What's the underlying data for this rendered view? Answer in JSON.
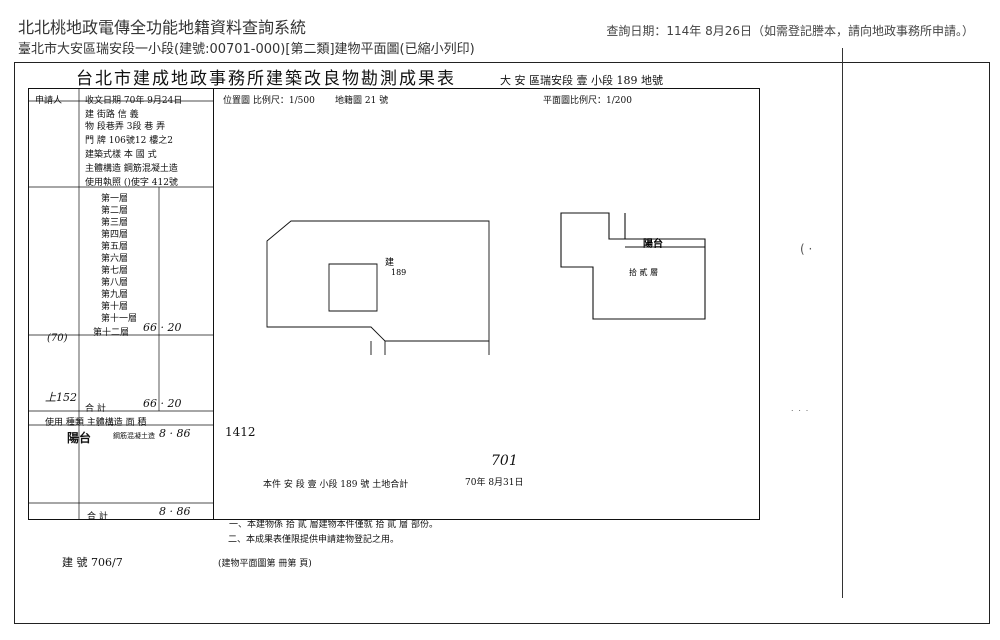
{
  "header": {
    "title": "北北桃地政電傳全功能地籍資料查詢系統",
    "subtitle": "臺北市大安區瑞安段一小段(建號:00701-000)[第二類]建物平面圖(已縮小列印)",
    "query_date": "查詢日期：114年 8月26日（如需登記謄本，請向地政事務所申請。）"
  },
  "doc": {
    "title": "台北市建成地政事務所建築改良物勘測成果表",
    "title_tail": "大 安 區瑞安段 壹 小段 189 地號",
    "left_rows": [
      "申請人",
      "收文日期 70年 9月24日",
      "建 街路 信 義",
      "物 段巷弄 3段 巷 弄",
      "門 牌 106號12 樓之2",
      "建築式樣 本 國 式",
      "主體構造 鋼筋混凝土造",
      "使用執照 ()使字 412號"
    ],
    "floors": [
      "第一層",
      "第二層",
      "第三層",
      "第四層",
      "第五層",
      "第六層",
      "第七層",
      "第八層",
      "第九層",
      "第十層",
      "第十一層",
      "第十二層"
    ],
    "floor_area": "66 · 20",
    "total_label": "合 計",
    "total_area": "66 · 20",
    "accessory": {
      "usage_header": "使用 種類 主體構造 面 積",
      "balcony": "陽台",
      "structure": "鋼筋混凝土造",
      "area": "8 · 86",
      "total": "合 計",
      "total_area": "8 · 86"
    },
    "scale_left": "位置圖 比例尺：1/500",
    "map_sheet": "地籍圖 21 號",
    "scale_right": "平面圖比例尺：1/200",
    "site_lot": "189",
    "bldg_label": "建",
    "floor_plan_label": "拾 貳 層",
    "balcony_label": "陽台",
    "permit_ref": "1412",
    "notes": [
      "一、本建物係 拾 貳 層建物本件僅就 拾 貳 層 部份。",
      "二、本成果表僅限提供申請建物登記之用。"
    ],
    "footer_bldg_no": "建 號 706/7",
    "footer_plan": "(建物平面圖第 冊第 頁)",
    "survey_note": "本件 安 段 壹 小段 189 號 土地合計",
    "survey_date": "70年 8月31日",
    "handwritten": "701",
    "applicant_no": "(70)",
    "code": "上152"
  },
  "colors": {
    "ink": "#111111",
    "border": "#222222",
    "background": "#ffffff"
  }
}
